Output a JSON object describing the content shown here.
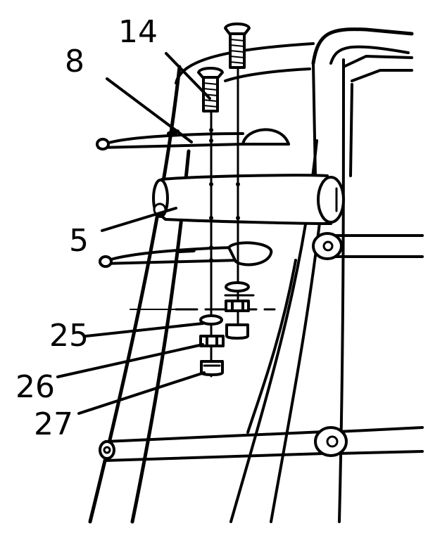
{
  "diagram": {
    "colors": {
      "ink": "#000000",
      "background": "#ffffff"
    },
    "callouts": [
      {
        "number": "14",
        "part": "bolt"
      },
      {
        "number": "8",
        "part": "bolt"
      },
      {
        "number": "5",
        "part": "bracket"
      },
      {
        "number": "25",
        "part": "washer"
      },
      {
        "number": "26",
        "part": "lock-washer"
      },
      {
        "number": "27",
        "part": "nut"
      }
    ]
  }
}
